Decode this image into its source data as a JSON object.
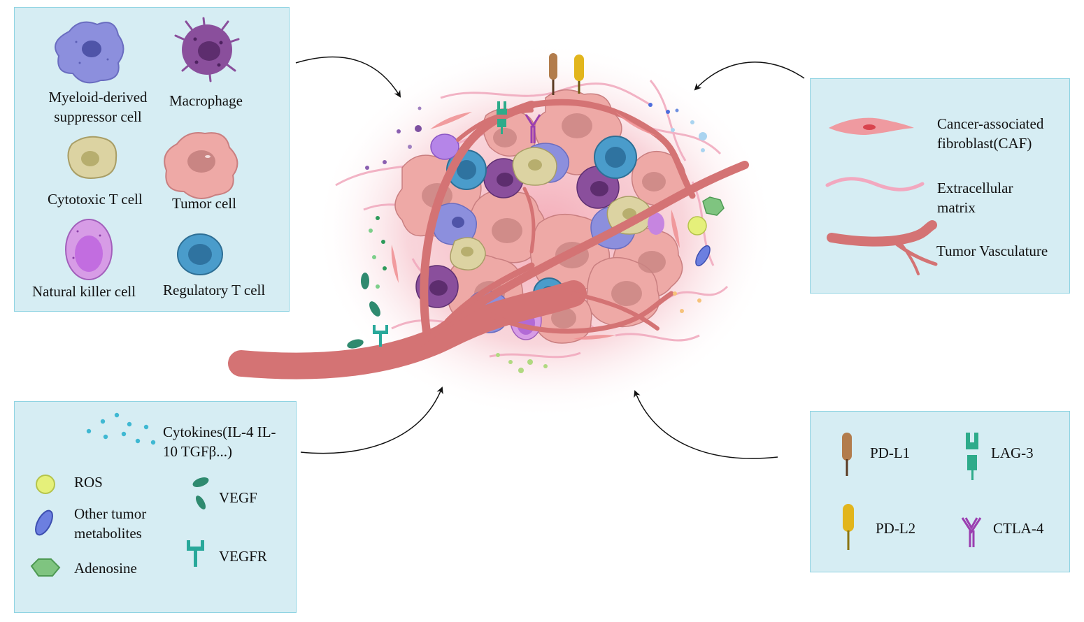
{
  "cells_panel": {
    "mdsc": "Myeloid-derived suppressor cell",
    "macrophage": "Macrophage",
    "cytotoxic_t": "Cytotoxic T cell",
    "tumor_cell": "Tumor cell",
    "nk_cell": "Natural killer cell",
    "treg": "Regulatory T cell"
  },
  "stroma_panel": {
    "caf": "Cancer-associated fibroblast(CAF)",
    "ecm": "Extracellular matrix",
    "vasculature": "Tumor Vasculature"
  },
  "factors_panel": {
    "cytokines": "Cytokines(IL-4 IL-10 TGFβ...)",
    "ros": "ROS",
    "metabolites": "Other tumor metabolites",
    "adenosine": "Adenosine",
    "vegf": "VEGF",
    "vegfr": "VEGFR"
  },
  "checkpoints_panel": {
    "pdl1": "PD-L1",
    "lag3": "LAG-3",
    "pdl2": "PD-L2",
    "ctla4": "CTLA-4"
  },
  "colors": {
    "panel_bg": "#d6edf3",
    "panel_border": "#8fd3e2",
    "tumor": "#e8a4a0",
    "vessel": "#d47374",
    "mdsc": "#8c8fdd",
    "macrophage": "#8a4f9c",
    "t_cell": "#dcd3a2",
    "nk": "#cf8ae0",
    "treg": "#4a9ccb",
    "pdl1": "#b27c4c",
    "pdl2": "#e2b51c",
    "lag3": "#2eab8a",
    "ctla4": "#9b3fb0"
  }
}
